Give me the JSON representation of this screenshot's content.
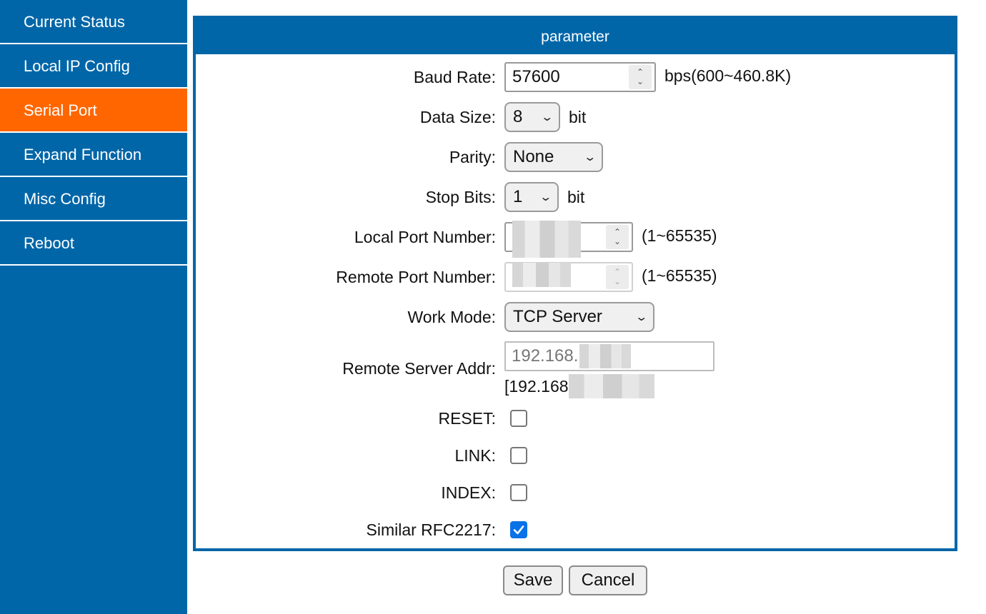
{
  "sidebar": {
    "items": [
      {
        "label": "Current Status"
      },
      {
        "label": "Local IP Config"
      },
      {
        "label": "Serial Port",
        "active": true
      },
      {
        "label": "Expand Function"
      },
      {
        "label": "Misc Config"
      },
      {
        "label": "Reboot"
      }
    ]
  },
  "panel": {
    "title": "parameter"
  },
  "form": {
    "baud_rate": {
      "label": "Baud Rate:",
      "value": "57600",
      "unit": "bps(600~460.8K)"
    },
    "data_size": {
      "label": "Data Size:",
      "value": "8",
      "unit": "bit"
    },
    "parity": {
      "label": "Parity:",
      "value": "None"
    },
    "stop_bits": {
      "label": "Stop Bits:",
      "value": "1",
      "unit": "bit"
    },
    "local_port": {
      "label": "Local Port Number:",
      "unit": "(1~65535)"
    },
    "remote_port": {
      "label": "Remote Port Number:",
      "unit": "(1~65535)"
    },
    "work_mode": {
      "label": "Work Mode:",
      "value": "TCP Server"
    },
    "remote_server": {
      "label": "Remote Server Addr:",
      "value": "192.168.",
      "hint": "[192.168"
    },
    "reset": {
      "label": "RESET:",
      "checked": false
    },
    "link": {
      "label": "LINK:",
      "checked": false
    },
    "index": {
      "label": "INDEX:",
      "checked": false
    },
    "rfc2217": {
      "label": "Similar RFC2217:",
      "checked": true
    }
  },
  "buttons": {
    "save": "Save",
    "cancel": "Cancel"
  },
  "colors": {
    "sidebar": "#0066a8",
    "active": "#ff6600",
    "checkbox_checked": "#0a72e8"
  }
}
